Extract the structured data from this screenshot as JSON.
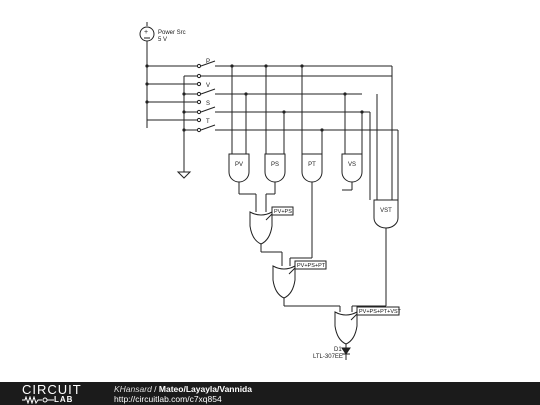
{
  "power_source": {
    "name": "Power Src",
    "value": "5 V"
  },
  "switches": [
    {
      "label": "P"
    },
    {
      "label": "V"
    },
    {
      "label": "S"
    },
    {
      "label": "T"
    }
  ],
  "gates": {
    "pv": "PV",
    "ps": "PS",
    "pt": "PT",
    "vs": "VS",
    "vst": "VST"
  },
  "node_labels": {
    "or1": "PV+PS",
    "or2": "PV+PS+PT",
    "or3": "PV+PS+PT+VST"
  },
  "led": {
    "ref": "D1",
    "part": "LTL-307EE"
  },
  "footer": {
    "logo_top": "CIRCUIT",
    "logo_bottom": "LAB",
    "author": "KHansard",
    "separator": " / ",
    "title": "Mateo/Layayla/Vannida",
    "url": "http://circuitlab.com/c7xq854"
  },
  "colors": {
    "footer_bg": "#1b1b1b",
    "wire": "#222222"
  }
}
